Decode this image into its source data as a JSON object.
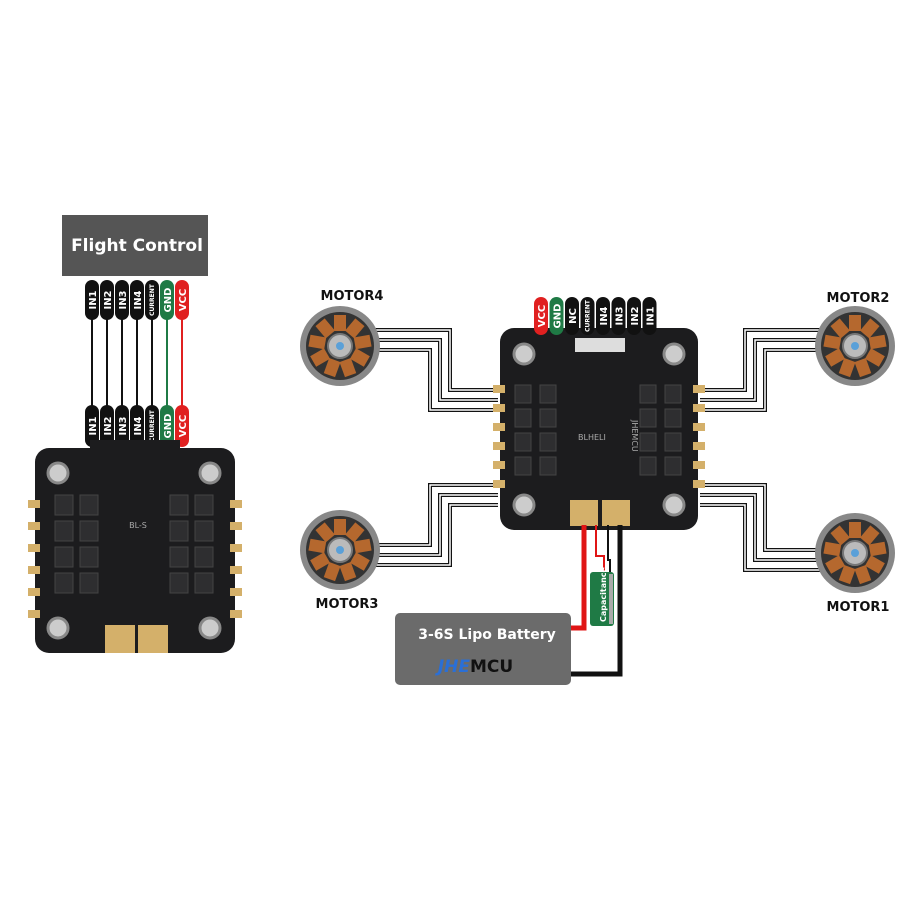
{
  "flight_control": {
    "label": "Flight Control"
  },
  "pin_colors": {
    "signal": "#111111",
    "gnd": "#1f7a45",
    "vcc": "#e02020"
  },
  "left_pins": [
    {
      "text": "IN1",
      "kind": "signal"
    },
    {
      "text": "IN2",
      "kind": "signal"
    },
    {
      "text": "IN3",
      "kind": "signal"
    },
    {
      "text": "IN4",
      "kind": "signal"
    },
    {
      "text": "CURRENT",
      "kind": "signal"
    },
    {
      "text": "GND",
      "kind": "gnd"
    },
    {
      "text": "VCC",
      "kind": "vcc"
    }
  ],
  "right_pins": [
    {
      "text": "VCC",
      "kind": "vcc"
    },
    {
      "text": "GND",
      "kind": "gnd"
    },
    {
      "text": "NC",
      "kind": "signal"
    },
    {
      "text": "CURRENT",
      "kind": "signal"
    },
    {
      "text": "IN4",
      "kind": "signal"
    },
    {
      "text": "IN3",
      "kind": "signal"
    },
    {
      "text": "IN2",
      "kind": "signal"
    },
    {
      "text": "IN1",
      "kind": "signal"
    }
  ],
  "motors": [
    {
      "label": "MOTOR4"
    },
    {
      "label": "MOTOR2"
    },
    {
      "label": "MOTOR3"
    },
    {
      "label": "MOTOR1"
    }
  ],
  "battery": {
    "label": "3-6S Lipo Battery",
    "brand_a": "JHE",
    "brand_b": "MCU",
    "brand_color": "#2a6fd6"
  },
  "capacitor": {
    "label": "Capacitance",
    "color": "#1f7a45"
  },
  "board_text": {
    "left": "BL-S",
    "right": "BLHELI",
    "right_brand": "JHEMCU"
  }
}
